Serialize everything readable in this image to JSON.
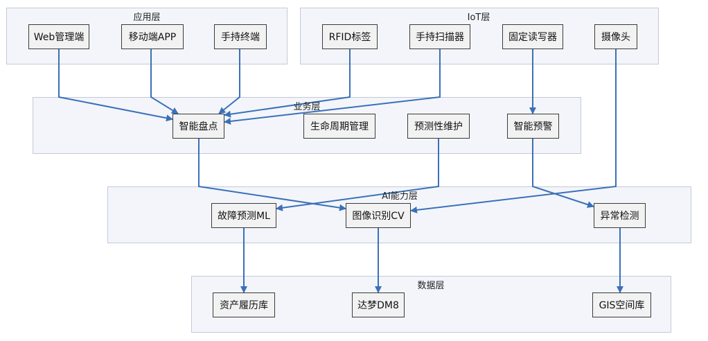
{
  "layers": {
    "app": "应用层",
    "iot": "IoT层",
    "business": "业务层",
    "ai": "AI能力层",
    "data": "数据层"
  },
  "nodes": {
    "web": "Web管理端",
    "mobile": "移动端APP",
    "handheld_terminal": "手持终端",
    "rfid": "RFID标签",
    "handheld_scanner": "手持扫描器",
    "fixed_reader": "固定读写器",
    "camera": "摄像头",
    "smart_inventory": "智能盘点",
    "lifecycle": "生命周期管理",
    "predictive_maintenance": "预测性维护",
    "smart_alert": "智能预警",
    "fault_prediction": "故障预测ML",
    "image_recognition": "图像识别CV",
    "anomaly_detection": "异常检测",
    "asset_history": "资产履历库",
    "dameng": "达梦DM8",
    "gis": "GIS空间库"
  },
  "colors": {
    "edge": "#3a70b8",
    "layer_fill": "#f3f5fa",
    "layer_border": "#c3c9d6",
    "node_fill": "#f2f2f2"
  },
  "edges": [
    [
      "web",
      "smart_inventory"
    ],
    [
      "mobile",
      "smart_inventory"
    ],
    [
      "handheld_terminal",
      "smart_inventory"
    ],
    [
      "rfid",
      "smart_inventory"
    ],
    [
      "handheld_scanner",
      "smart_inventory"
    ],
    [
      "fixed_reader",
      "smart_alert"
    ],
    [
      "camera",
      "image_recognition"
    ],
    [
      "smart_inventory",
      "image_recognition"
    ],
    [
      "predictive_maintenance",
      "fault_prediction"
    ],
    [
      "smart_alert",
      "anomaly_detection"
    ],
    [
      "fault_prediction",
      "asset_history"
    ],
    [
      "image_recognition",
      "dameng"
    ],
    [
      "anomaly_detection",
      "gis"
    ]
  ]
}
